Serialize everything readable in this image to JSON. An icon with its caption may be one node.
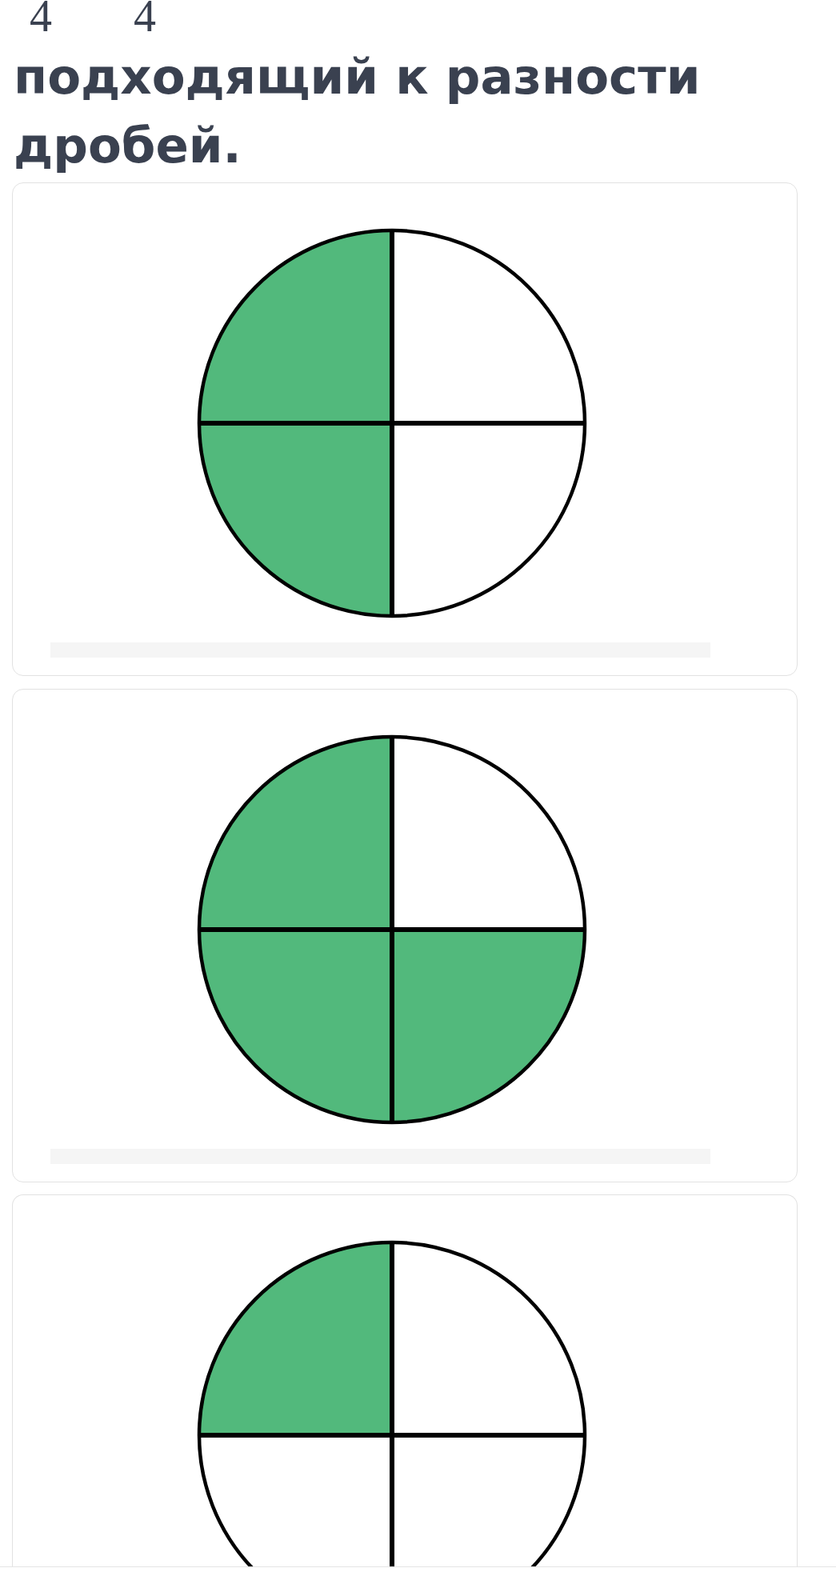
{
  "diagram": {
    "title": "подходящий к разности дробей.",
    "labels": [
      "4",
      "4"
    ]
  }
}
